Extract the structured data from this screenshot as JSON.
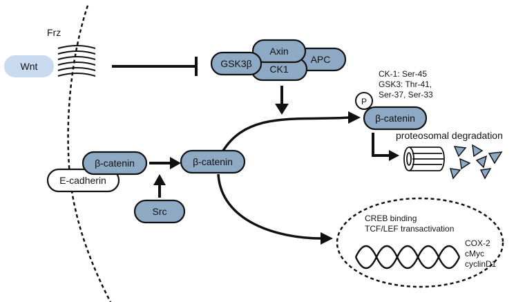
{
  "labels": {
    "frz": "Frz",
    "wnt": "Wnt",
    "axin": "Axin",
    "gsk3b": "GSK3β",
    "ck1": "CK1",
    "apc": "APC",
    "p": "P",
    "bcatenin_phospho": "β-catenin",
    "bcatenin_membrane": "β-catenin",
    "bcatenin_cyto": "β-catenin",
    "ecadherin": "E-cadherin",
    "src": "Src",
    "proteosomal": "proteosomal degradation",
    "creb": "CREB binding",
    "tcf": "TCF/LEF transactivation"
  },
  "phospho_sites": [
    "CK-1: Ser-45",
    "GSK3: Thr-41,",
    "Ser-37, Ser-33"
  ],
  "target_genes": [
    "COX-2",
    "cMyc",
    "cyclinD1"
  ],
  "colors": {
    "protein_fill": "#8ea9c4",
    "wnt_fill": "#c7daee",
    "outline": "#111111"
  }
}
